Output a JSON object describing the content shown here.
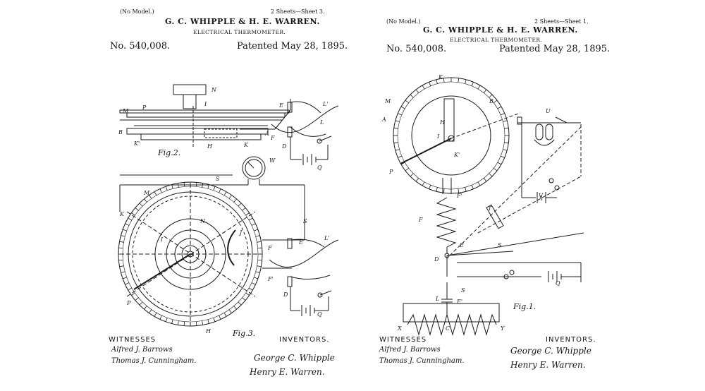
{
  "sheet3": {
    "model_note": "(No Model.)",
    "sheet_label": "2 Sheets—Sheet 3.",
    "inventors_names": "G. C. WHIPPLE & H. E. WARREN.",
    "invention": "ELECTRICAL THERMOMETER.",
    "patent_no": "No. 540,008.",
    "patented": "Patented May 28, 1895.",
    "fig_top": "Fig.2.",
    "fig_bottom": "Fig.3.",
    "witnesses_label": "WITNESSES",
    "inventors_label": "INVENTORS.",
    "witness_1": "Alfred J. Barrows",
    "witness_2": "Thomas J. Cunningham.",
    "inventor_1": "George C. Whipple",
    "inventor_2": "Henry E. Warren."
  },
  "sheet1": {
    "model_note": "(No Model.)",
    "sheet_label": "2 Sheets—Sheet 1.",
    "inventors_names": "G. C. WHIPPLE & H. E. WARREN.",
    "invention": "ELECTRICAL THERMOMETER.",
    "patent_no": "No. 540,008.",
    "patented": "Patented May 28, 1895.",
    "fig": "Fig.1.",
    "witnesses_label": "WITNESSES",
    "inventors_label": "INVENTORS.",
    "witness_1": "Alfred J. Barrows",
    "witness_2": "Thomas J. Cunningham.",
    "inventor_1": "George C. Whipple",
    "inventor_2": "Henry E. Warren."
  }
}
